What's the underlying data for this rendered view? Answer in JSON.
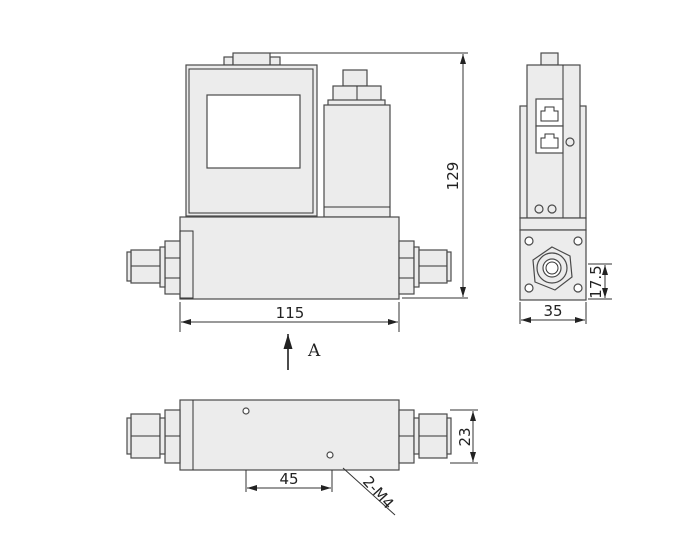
{
  "dimensions": {
    "height": "129",
    "length": "115",
    "side_width": "35",
    "side_center_height": "17.5",
    "bottom_width": "23",
    "hole_spacing": "45",
    "hole_thread": "2-M4"
  },
  "view_label": "A",
  "colors": {
    "body": "#ececec",
    "line": "#4a4a4a"
  }
}
